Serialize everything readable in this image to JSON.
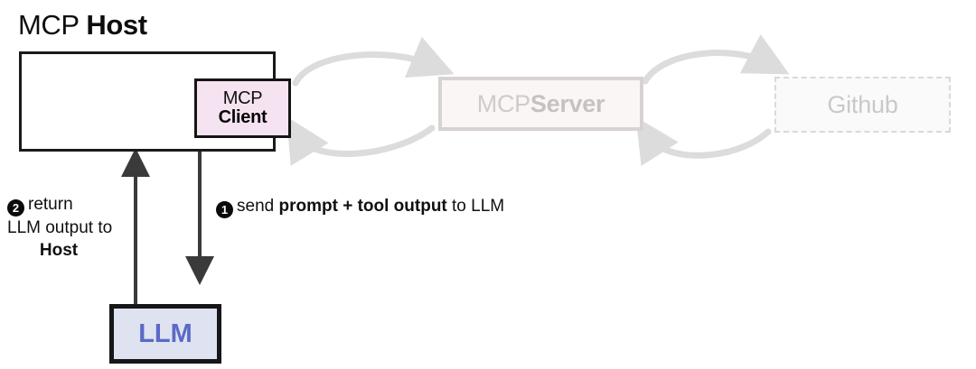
{
  "diagram": {
    "title": {
      "regular": "MCP ",
      "bold": "Host"
    },
    "nodes": {
      "host": {
        "name": "MCP Host",
        "style": "solid-black-outline"
      },
      "client": {
        "line1": "MCP",
        "line2": "Client",
        "fill": "#f6e3f1",
        "border": "#151515"
      },
      "server": {
        "regular": "MCP ",
        "bold": "Server",
        "fill": "#faf6f6",
        "border": "#d8d2d2",
        "state": "faded"
      },
      "github": {
        "label": "Github",
        "fill": "#fafafa",
        "border": "#d9d9d9",
        "border_style": "dashed",
        "state": "faded"
      },
      "llm": {
        "label": "LLM",
        "fill": "#dee2f1",
        "text_color": "#5a6ac6",
        "border": "#161616"
      }
    },
    "steps": [
      {
        "number": "1",
        "parts": [
          {
            "text": "send ",
            "weight": "regular"
          },
          {
            "text": "prompt + tool output",
            "weight": "bold"
          },
          {
            "text": " to LLM",
            "weight": "regular"
          }
        ],
        "plain": "send prompt + tool output to LLM"
      },
      {
        "number": "2",
        "lines": [
          {
            "text": "return",
            "weight": "regular"
          },
          {
            "text": "LLM output to",
            "weight": "regular"
          },
          {
            "text": "Host",
            "weight": "bold"
          }
        ],
        "plain": "return LLM output to Host"
      }
    ],
    "connectors": {
      "client_to_server": "curved-arrow-right",
      "server_to_client": "curved-arrow-left",
      "server_to_github": "curved-arrow-right",
      "github_to_server": "curved-arrow-left",
      "client_to_llm": "straight-arrow-down",
      "llm_to_host": "straight-arrow-up",
      "faded_color": "#dcdcdc",
      "solid_color": "#2e2e2e"
    }
  }
}
